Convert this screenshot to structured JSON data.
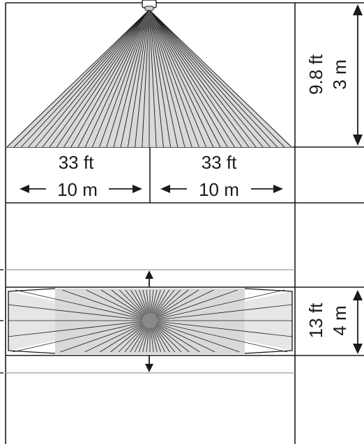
{
  "side_view": {
    "width_left": {
      "feet": "33 ft",
      "meters": "10 m"
    },
    "width_right": {
      "feet": "33 ft",
      "meters": "10 m"
    },
    "mounting_height": {
      "feet": "9.8 ft",
      "meters": "3 m"
    }
  },
  "top_view": {
    "zone_width": {
      "feet": "13 ft",
      "meters": "4 m"
    }
  },
  "colors": {
    "line": "#1a1a1a",
    "fill_light": "#d9d9d9",
    "fill_dark": "#a8a8a8",
    "background": "#ffffff"
  }
}
